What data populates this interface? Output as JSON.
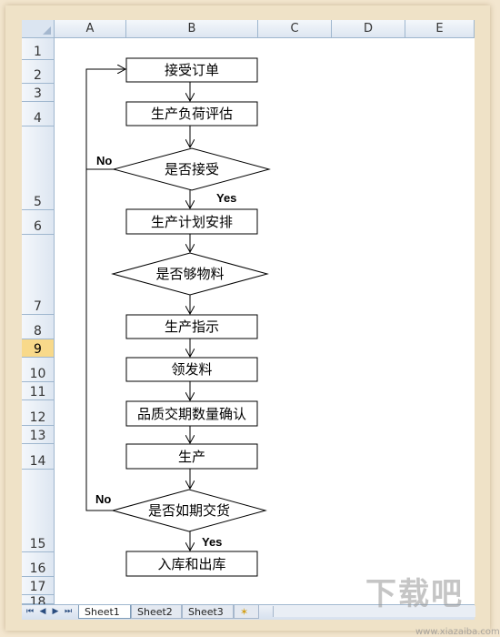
{
  "spreadsheet": {
    "columns": [
      "A",
      "B",
      "C",
      "D",
      "E"
    ],
    "rows": [
      "1",
      "2",
      "3",
      "4",
      "5",
      "6",
      "7",
      "8",
      "9",
      "10",
      "11",
      "12",
      "13",
      "14",
      "15",
      "16",
      "17",
      "18"
    ],
    "selected_row": "9"
  },
  "flowchart": {
    "steps": {
      "accept_order": "接受订单",
      "load_eval": "生产负荷评估",
      "decision_accept": "是否接受",
      "plan": "生产计划安排",
      "decision_material": "是否够物料",
      "instruction": "生产指示",
      "get_material": "领发料",
      "quality_confirm": "品质交期数量确认",
      "produce": "生产",
      "decision_ontime": "是否如期交货",
      "in_out_stock": "入库和出库"
    },
    "labels": {
      "no_1": "No",
      "yes_1": "Yes",
      "no_2": "No",
      "yes_2": "Yes"
    },
    "colors": {
      "line": "#000000",
      "fill": "#ffffff"
    }
  },
  "tabs": {
    "sheet1": "Sheet1",
    "sheet2": "Sheet2",
    "sheet3": "Sheet3"
  },
  "watermark": {
    "main": "下载吧",
    "sub": "www.xiazaiba.com"
  }
}
